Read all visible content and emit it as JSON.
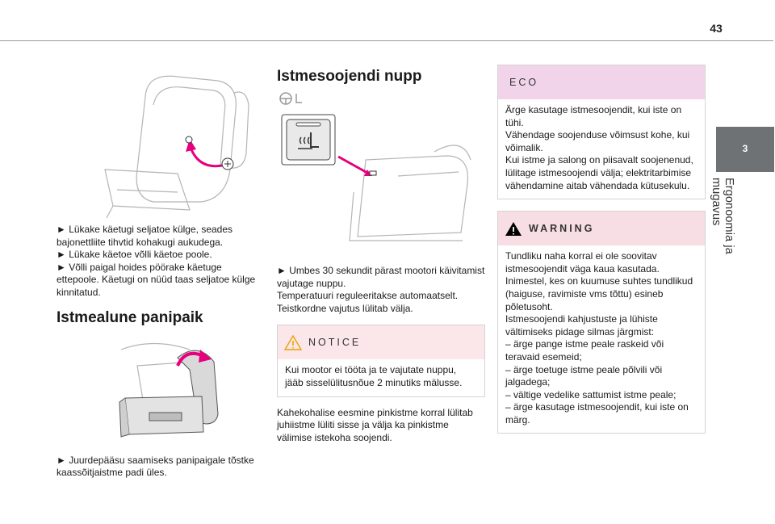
{
  "page": {
    "number": "43",
    "chapter_tab": "3",
    "chapter_title": "Ergonoomia ja mugavus"
  },
  "col1": {
    "armrest_text": [
      "► Lükake käetugi seljatoe külge, seades bajonettliite tihvtid kohakugi aukudega.",
      "► Lükake käetoe võlli käetoe poole.",
      "► Võlli paigal hoides pöörake käetuge ettepoole. Käetugi on nüüd taas seljatoe külge kinnitatud."
    ],
    "storage_heading": "Istmealune panipaik",
    "storage_text": "► Juurdepääsu saamiseks panipaigale tõstke kaassõitjaistme padi üles."
  },
  "col2": {
    "heading": "Istmesoojendi nupp",
    "text": [
      "► Umbes 30 sekundit pärast mootori käivitamist vajutage nuppu.",
      "Temperatuuri reguleeritakse automaatselt.",
      "Teistkordne vajutus lülitab välja."
    ],
    "notice_title": "NOTICE",
    "notice_text": "Kui mootor ei tööta ja te vajutate nuppu, jääb sisselülitusnõue 2 minutiks mälusse.",
    "after_text": "Kahekohalise eesmine pinkistme korral lülitab juhiistme lüliti sisse ja välja ka pinkistme välimise istekoha soojendi."
  },
  "col3": {
    "eco_title": "ECO",
    "eco_text": [
      "Ärge kasutage istmesoojendit, kui iste on tühi.",
      "Vähendage soojenduse võimsust kohe, kui võimalik.",
      "Kui istme ja salong on piisavalt soojenenud, lülitage istmesoojendi välja; elektritarbimise vähendamine aitab vähendada kütusekulu."
    ],
    "warning_title": "WARNING",
    "warning_text": [
      "Tundliku naha korral ei ole soovitav istmesoojendit väga kaua kasutada.",
      "Inimestel, kes on kuumuse suhtes tundlikud (haiguse, ravimiste vms tõttu) esineb põletusoht.",
      "Istmesoojendi kahjustuste ja lühiste vältimiseks pidage silmas järgmist:",
      "– ärge pange istme peale raskeid või teravaid esemeid;",
      "– ärge toetuge istme peale põlvili või jalgadega;",
      "– vältige vedelike sattumist istme peale;",
      "– ärge kasutage istmesoojendit, kui iste on märg."
    ]
  },
  "colors": {
    "accent_magenta": "#e6007e",
    "tab_gray": "#6e7275",
    "notice_pink": "#fbe6ea",
    "eco_pink": "#f2d4ea"
  },
  "icons": [
    "steering-seat-icon",
    "seat-heater-button-icon",
    "warning-triangle-icon",
    "bayonet-icon"
  ]
}
